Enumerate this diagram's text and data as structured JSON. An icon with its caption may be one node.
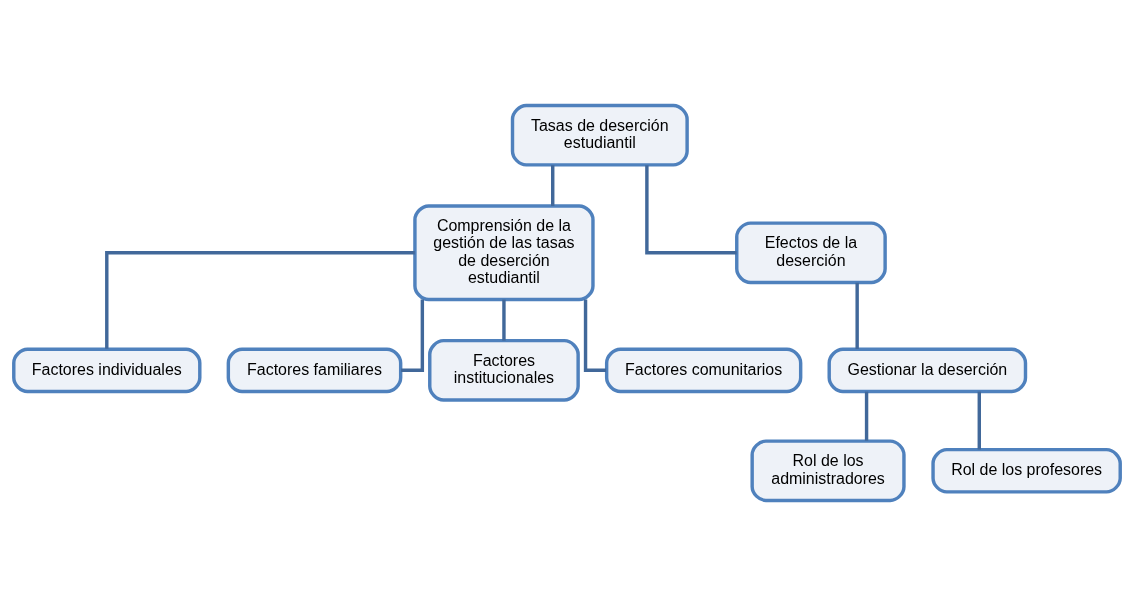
{
  "diagram": {
    "nodes": [
      {
        "text": [
          "Tasas de deserción estudiantil"
        ]
      },
      {
        "text": [
          "Comprensión de la gestión de las tasas de deserción estudiantil"
        ]
      },
      {
        "text": [
          "Efectos de la deserción"
        ]
      },
      {
        "text": [
          "Factores individuales"
        ]
      },
      {
        "text": [
          "Factores familiares"
        ]
      },
      {
        "text": [
          "Factores institucionales"
        ]
      },
      {
        "text": [
          "Factores comunitarios"
        ]
      },
      {
        "text": [
          "Gestionar la deserción"
        ]
      },
      {
        "text": [
          "Rol de los administradores"
        ]
      },
      {
        "text": [
          "Rol de los profesores"
        ]
      }
    ],
    "edges": [
      {
        "from": 0,
        "to": 1,
        "arrow": "none"
      },
      {
        "from": 0,
        "to": 2,
        "arrow": "none"
      },
      {
        "from": 1,
        "to": 3,
        "arrow": "none"
      },
      {
        "from": 1,
        "to": 4,
        "arrow": "none"
      },
      {
        "from": 1,
        "to": 5,
        "arrow": "none"
      },
      {
        "from": 1,
        "to": 6,
        "arrow": "none"
      },
      {
        "from": 2,
        "to": 7,
        "arrow": "none"
      },
      {
        "from": 7,
        "to": 8,
        "arrow": "none"
      },
      {
        "from": 7,
        "to": 9,
        "arrow": "none"
      }
    ]
  }
}
